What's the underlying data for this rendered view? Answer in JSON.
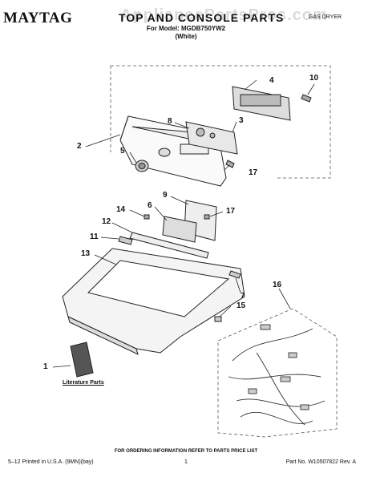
{
  "header": {
    "brand": "MAYTAG",
    "title": "TOP AND CONSOLE PARTS",
    "model_line": "For Model: MGDB750YW2",
    "color_line": "(White)",
    "product_type": "GAS DRYER",
    "watermark": "AppliancePartsPros.com"
  },
  "callouts": {
    "c1": "1",
    "c2": "2",
    "c3": "3",
    "c4": "4",
    "c5": "5",
    "c6": "6",
    "c7": "7",
    "c8": "8",
    "c9": "9",
    "c10": "10",
    "c11": "11",
    "c12": "12",
    "c13": "13",
    "c14": "14",
    "c15": "15",
    "c16": "16",
    "c17a": "17",
    "c17b": "17"
  },
  "literature_label": "Literature Parts",
  "footer": {
    "order_note": "FOR ORDERING INFORMATION REFER TO PARTS PRICE LIST",
    "printed": "5–12 Printed in U.S.A. (9MN)(bay)",
    "page": "1",
    "part_no": "Part No. W10507822 Rev. A"
  }
}
